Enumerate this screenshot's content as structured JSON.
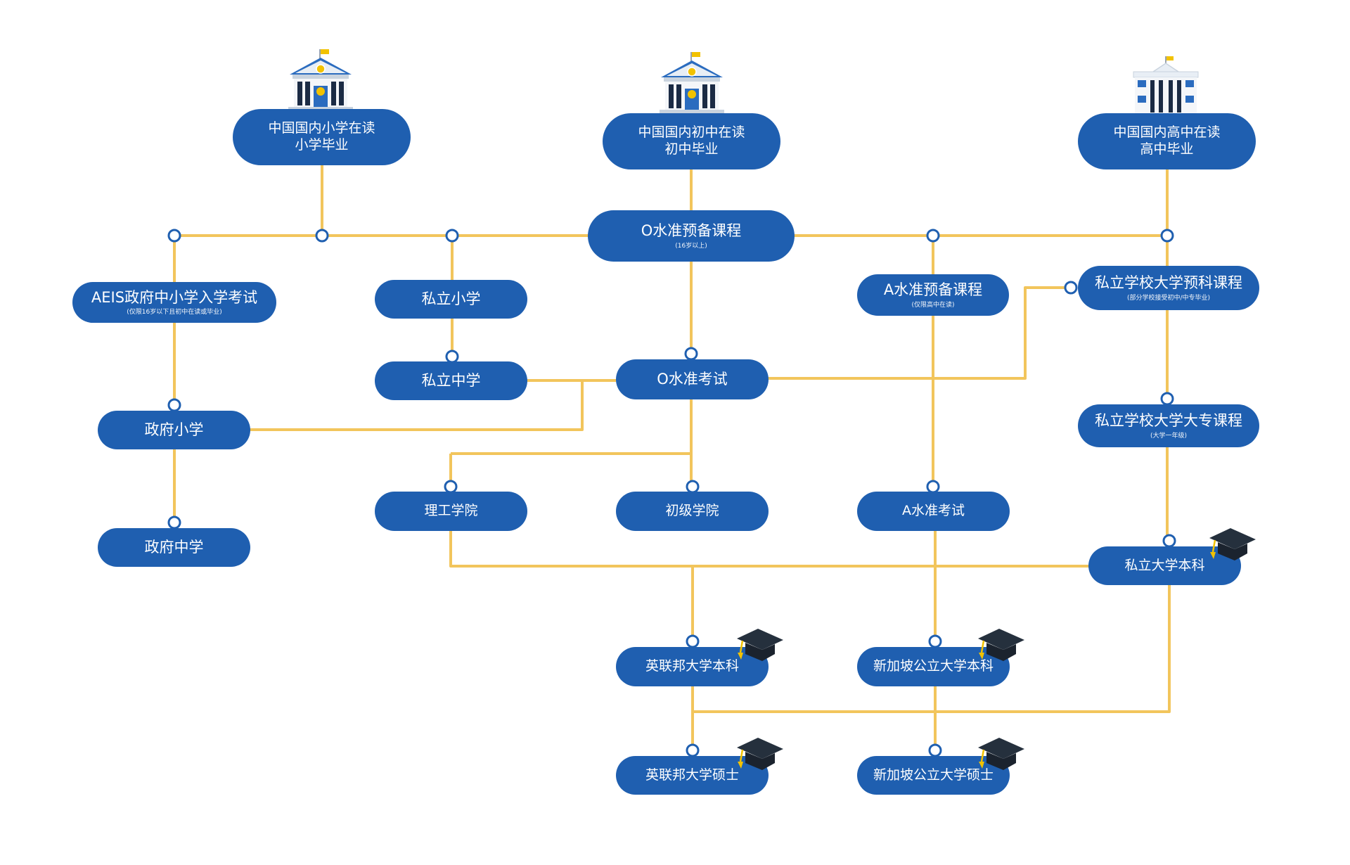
{
  "nodes": {
    "cn_primary": {
      "line1": "中国国内小学在读",
      "line2": "小学毕业"
    },
    "cn_junior": {
      "line1": "中国国内初中在读",
      "line2": "初中毕业"
    },
    "cn_senior": {
      "line1": "中国国内高中在读",
      "line2": "高中毕业"
    },
    "o_prep": {
      "label": "O水准预备课程",
      "note": "(16岁以上)"
    },
    "aeis": {
      "label": "AEIS政府中小学入学考试",
      "note": "(仅限16岁以下且初中在读或毕业)"
    },
    "private_primary": {
      "label": "私立小学"
    },
    "private_secondary": {
      "label": "私立中学"
    },
    "a_prep": {
      "label": "A水准预备课程",
      "note": "(仅限高中在读)"
    },
    "private_foundation": {
      "label": "私立学校大学预科课程",
      "note": "(部分学校接受初中/中专毕业)"
    },
    "o_exam": {
      "label": "O水准考试"
    },
    "gov_primary": {
      "label": "政府小学"
    },
    "private_diploma": {
      "label": "私立学校大学大专课程",
      "note": "(大学一年级)"
    },
    "poly": {
      "label": "理工学院"
    },
    "jc": {
      "label": "初级学院"
    },
    "a_exam": {
      "label": "A水准考试"
    },
    "gov_secondary": {
      "label": "政府中学"
    },
    "private_bachelor": {
      "label": "私立大学本科"
    },
    "uk_bachelor": {
      "label": "英联邦大学本科"
    },
    "sg_bachelor": {
      "label": "新加坡公立大学本科"
    },
    "uk_master": {
      "label": "英联邦大学硕士"
    },
    "sg_master": {
      "label": "新加坡公立大学硕士"
    }
  },
  "colors": {
    "node": "#1f5fb0",
    "connector": "#f2c55c",
    "junction_stroke": "#1f5fb0",
    "cap": "#25303d",
    "tassel": "#f2c200"
  },
  "icons": {
    "school": "school-building-icon",
    "graduation": "graduation-cap-icon"
  }
}
